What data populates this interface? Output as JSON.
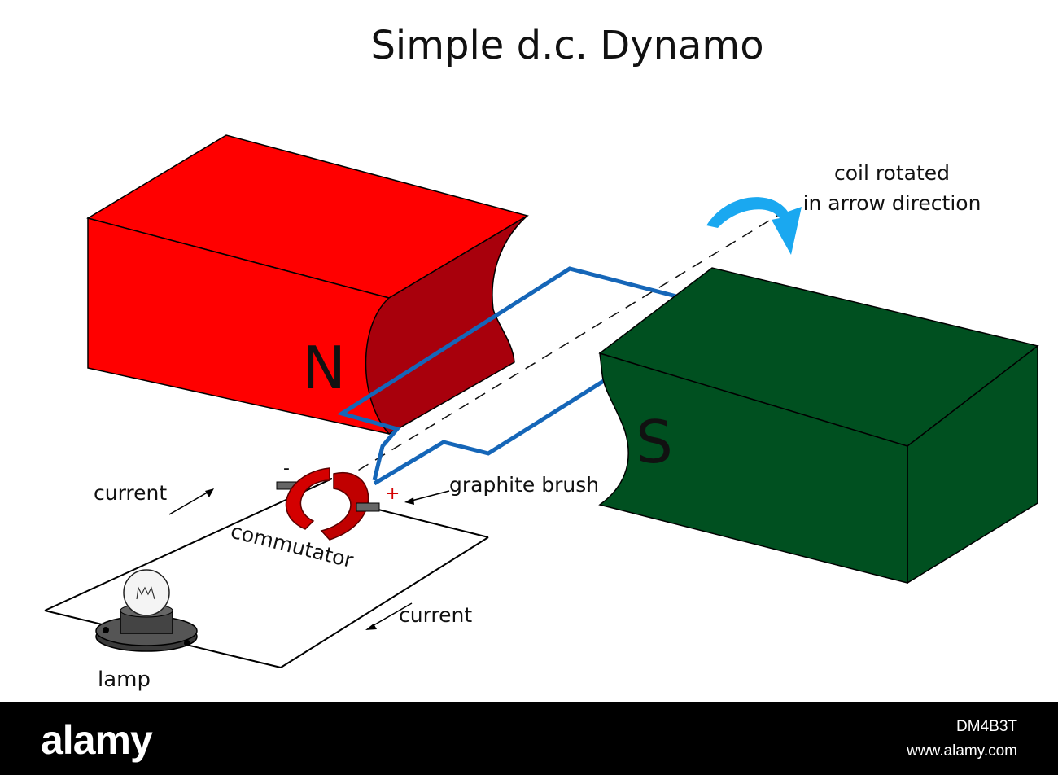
{
  "title": "Simple d.c. Dynamo",
  "magnets": {
    "north": {
      "label": "N",
      "color": "#ff0000",
      "dark": "#a8000c"
    },
    "south": {
      "label": "S",
      "color": "#005020",
      "dark": "#003d18"
    }
  },
  "labels": {
    "rotation_line1": "coil rotated",
    "rotation_line2": "in arrow direction",
    "brush": "graphite brush",
    "commutator": "commutator",
    "current_top": "current",
    "current_bottom": "current",
    "lamp": "lamp",
    "minus": "-",
    "plus": "+"
  },
  "colors": {
    "coil": "#1566b8",
    "arrow": "#1aa8f0",
    "commutator": "#d40000"
  },
  "footer": {
    "brand": "alamy",
    "image_code": "DM4B3T",
    "url": "www.alamy.com"
  }
}
